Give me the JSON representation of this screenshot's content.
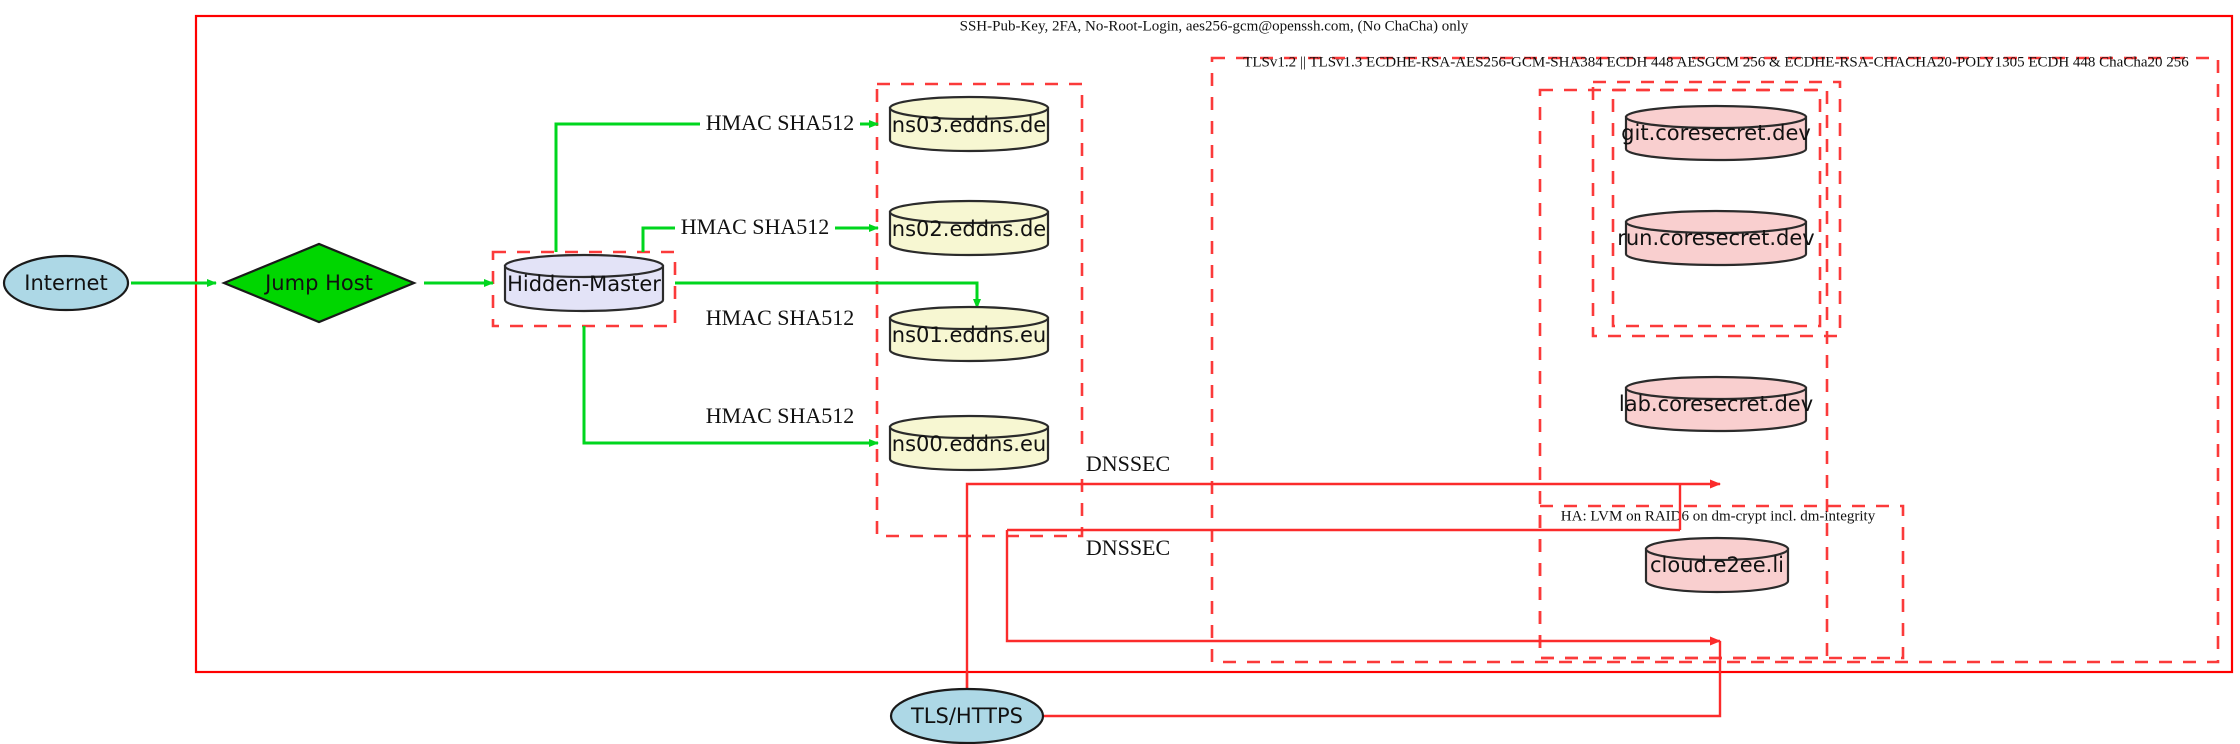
{
  "diagram": {
    "title_label": "SSH-Pub-Key, 2FA, No-Root-Login, aes256-gcm@openssh.com, (No ChaCha) only",
    "clusters": [
      {
        "id": "ssh",
        "label": "SSH-Pub-Key, 2FA, No-Root-Login, aes256-gcm@openssh.com, (No ChaCha) only"
      },
      {
        "id": "tls",
        "label": "TLSv1.2 || TLSv1.3 ECDHE-RSA-AES256-GCM-SHA384 ECDH 448 AESGCM 256 & ECDHE-RSA-CHACHA20-POLY1305 ECDH 448 ChaCha20 256"
      },
      {
        "id": "ha",
        "label": "HA: LVM on RAID6 on dm-crypt incl. dm-integrity"
      }
    ],
    "nodes": {
      "internet": "Internet",
      "jump_host": "Jump Host",
      "hidden_master": "Hidden-Master",
      "ns03": "ns03.eddns.de",
      "ns02": "ns02.eddns.de",
      "ns01": "ns01.eddns.eu",
      "ns00": "ns00.eddns.eu",
      "git": "git.coresecret.dev",
      "run": "run.coresecret.dev",
      "lab": "lab.coresecret.dev",
      "cloud": "cloud.e2ee.li",
      "tls_https": "TLS/HTTPS"
    },
    "edge_labels": {
      "hmac_ns03": "HMAC SHA512",
      "hmac_ns02": "HMAC SHA512",
      "hmac_ns01": "HMAC SHA512",
      "hmac_ns00": "HMAC SHA512",
      "dnssec_upper": "DNSSEC",
      "dnssec_lower": "DNSSEC"
    },
    "colors": {
      "green_edge": "#00d61e",
      "red_edge": "#fb2b2b",
      "cluster_border": "#fb3a3a",
      "outer_border": "#ff0000",
      "internet_fill": "#add8e6",
      "jump_host_fill": "#00d600",
      "hidden_master_fill": "#e3e3f7",
      "ns_fill": "#f7f7d2",
      "service_fill": "#f9cfcf",
      "tls_https_fill": "#add8e6"
    }
  }
}
